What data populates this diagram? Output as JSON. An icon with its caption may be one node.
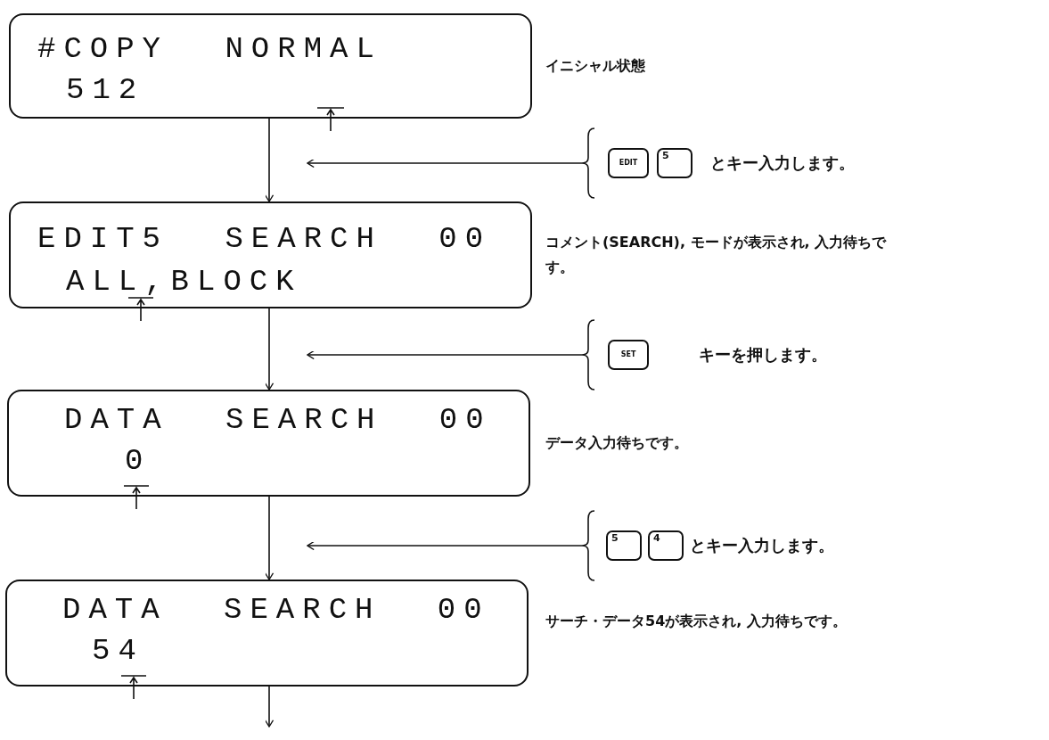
{
  "diagram": {
    "nodes": [
      {
        "text": [
          "#COPY NORMAL",
          "512"
        ],
        "beside": [
          "イニシャル状態"
        ]
      },
      {
        "text": [
          "とキー入力します。"
        ]
      },
      {
        "text": [
          "EDIT"
        ],
        "in": 1
      },
      {
        "text": [
          "5"
        ],
        "in": 1
      },
      {
        "text": [
          "EDIT5 SEARCH 00",
          "ALL,BLOCK"
        ],
        "beside": [
          "コメント(SEARCH), モードが表示され, 入力待ちです。"
        ]
      },
      {
        "text": [
          "キーを押します。"
        ]
      },
      {
        "text": [
          "SET"
        ],
        "in": 5
      },
      {
        "text": [
          "DATA SEARCH 00",
          "0"
        ],
        "beside": [
          "データ入力待ちです。"
        ]
      },
      {
        "text": [
          "とキー入力します。"
        ]
      },
      {
        "text": [
          "5"
        ],
        "in": 8
      },
      {
        "text": [
          "4"
        ],
        "in": 8
      },
      {
        "text": [
          "DATA SEARCH 00",
          "54"
        ],
        "beside": [
          "サーチ・データ54が表示され, 入力待ちです。"
        ]
      }
    ],
    "edges": [
      {
        "from": 0,
        "to": 4,
        "arrow": "to"
      },
      {
        "from": 1,
        "to": null,
        "arrow": "to"
      },
      {
        "from": 4,
        "to": 7,
        "arrow": "to"
      },
      {
        "from": 5,
        "to": null,
        "arrow": "to"
      },
      {
        "from": 7,
        "to": 11,
        "arrow": "to"
      },
      {
        "from": 8,
        "to": null,
        "arrow": "to"
      },
      {
        "from": 11,
        "to": null,
        "arrow": "to"
      }
    ]
  }
}
